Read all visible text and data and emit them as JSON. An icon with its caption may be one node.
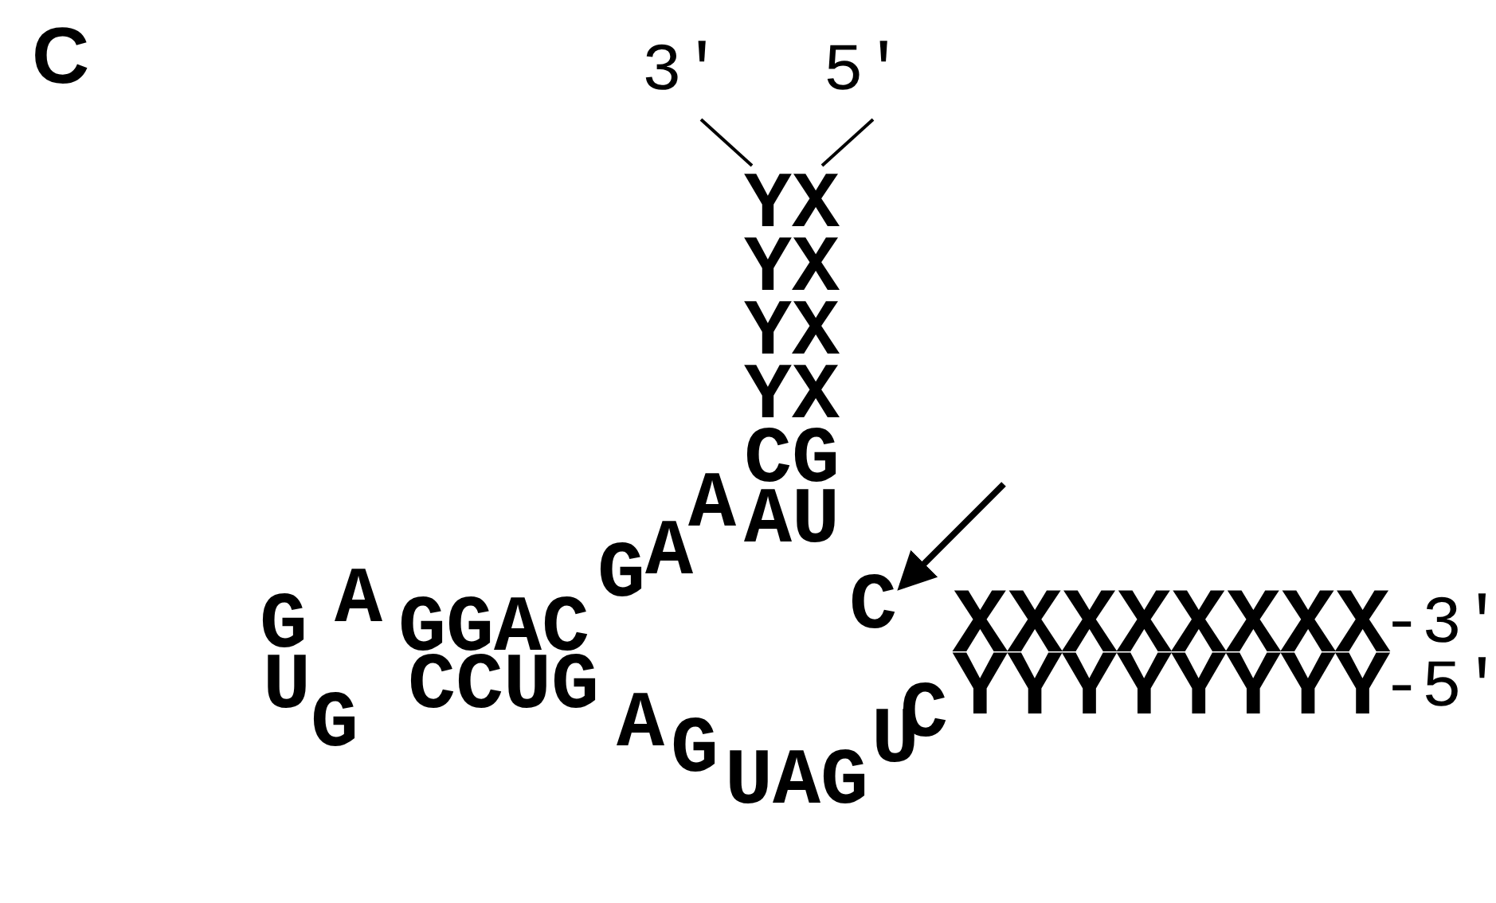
{
  "diagram": {
    "labels": [
      "C",
      "3'",
      "5'",
      "YX",
      "YX",
      "YX",
      "YX",
      "CG",
      "A",
      "AU",
      "G",
      "A",
      "G",
      "A",
      "GGAC",
      "C",
      "XXXXXXXX",
      "-3'",
      "U",
      "G",
      "CCUG",
      "A",
      "G",
      "UAG",
      "U",
      "C",
      "YYYYYYYY",
      "-5'"
    ]
  }
}
